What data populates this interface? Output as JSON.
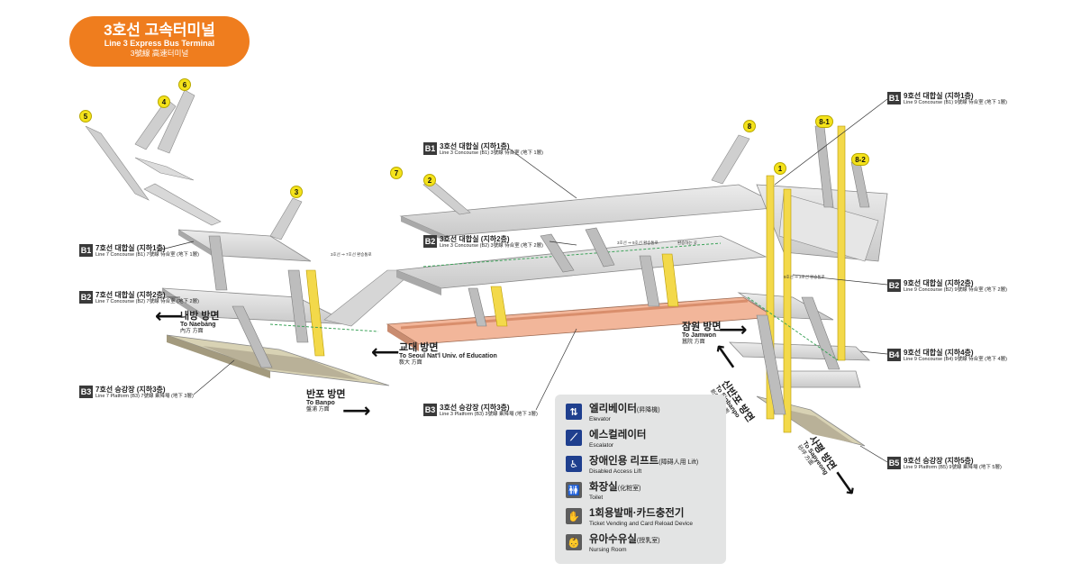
{
  "title": {
    "korean": "3호선 고속터미널",
    "english": "Line 3 Express Bus Terminal",
    "hanja": "3號線  高速터미널"
  },
  "levels": [
    {
      "id": "l7b1",
      "badge": "B1",
      "korean": "7호선 대합실 (지하1층)",
      "english": "Line 7 Concourse (B1) 7號線 待合室 (地下 1層)"
    },
    {
      "id": "l7b2",
      "badge": "B2",
      "korean": "7호선 대합실 (지하2층)",
      "english": "Line 7 Concourse (B2) 7號線 待合室 (地下 2層)"
    },
    {
      "id": "l7b3",
      "badge": "B3",
      "korean": "7호선 승강장 (지하3층)",
      "english": "Line 7 Platform (B3) 7號線 乘降場 (地下 3層)"
    },
    {
      "id": "l3b1",
      "badge": "B1",
      "korean": "3호선 대합실 (지하1층)",
      "english": "Line 3 Concourse (B1) 3號線 待合室 (地下 1層)"
    },
    {
      "id": "l3b2",
      "badge": "B2",
      "korean": "3호선 대합실 (지하2층)",
      "english": "Line 3 Concourse (B2) 3號線 待合室 (地下 2層)"
    },
    {
      "id": "l3b3",
      "badge": "B3",
      "korean": "3호선 승강장 (지하3층)",
      "english": "Line 3 Platform (B3) 3號線 乘降場 (地下 3層)"
    },
    {
      "id": "l9b1",
      "badge": "B1",
      "korean": "9호선 대합실 (지하1층)",
      "english": "Line 9 Concourse (B1) 9號線 待合室 (地下 1層)"
    },
    {
      "id": "l9b2",
      "badge": "B2",
      "korean": "9호선 대합실 (지하2층)",
      "english": "Line 9 Concourse (B2) 9號線 待合室 (地下 2層)"
    },
    {
      "id": "l9b4",
      "badge": "B4",
      "korean": "9호선 대합실 (지하4층)",
      "english": "Line 9 Concourse (B4) 9號線 待合室 (地下 4層)"
    },
    {
      "id": "l9b5",
      "badge": "B5",
      "korean": "9호선 승강장 (지하5층)",
      "english": "Line 9 Platform (B5) 9號線 乘降場 (地下 5層)"
    }
  ],
  "directions": [
    {
      "id": "naebang",
      "korean": "내방 방면",
      "english": "To Naebang",
      "hanja": "內方 方面"
    },
    {
      "id": "banpo",
      "korean": "반포 방면",
      "english": "To Banpo",
      "hanja": "盤浦 方面"
    },
    {
      "id": "gyodae",
      "korean": "교대 방면",
      "english": "To Seoul Nat'l Univ. of Education",
      "hanja": "敎大 方面"
    },
    {
      "id": "jamwon",
      "korean": "잠원 방면",
      "english": "To Jamwon",
      "hanja": "蠶院 方面"
    },
    {
      "id": "sinbanpo",
      "korean": "신반포 방면",
      "english": "To Sinbanpo",
      "hanja": "新盤浦 方面"
    },
    {
      "id": "sapyeong",
      "korean": "사평 방면",
      "english": "To Sapyeong",
      "hanja": "砂坪 方面"
    }
  ],
  "exits": [
    "1",
    "2",
    "3",
    "4",
    "5",
    "6",
    "7",
    "8",
    "8-1",
    "8-2"
  ],
  "legend": [
    {
      "icon": "elevator-icon",
      "glyph": "⇅",
      "korean": "엘리베이터",
      "hanja": "(昇降機)",
      "english": "Elevator"
    },
    {
      "icon": "escalator-icon",
      "glyph": "⟋",
      "korean": "에스컬레이터",
      "hanja": "",
      "english": "Escalator"
    },
    {
      "icon": "accessible-lift-icon",
      "glyph": "♿",
      "korean": "장애인용 리프트",
      "hanja": "(障碍人用 Lift)",
      "english": "Disabled Access Lift"
    },
    {
      "icon": "toilet-icon",
      "glyph": "🚻",
      "korean": "화장실",
      "hanja": "(化粧室)",
      "english": "Toilet"
    },
    {
      "icon": "ticket-machine-icon",
      "glyph": "✋",
      "korean": "1회용발매·카드충전기",
      "hanja": "",
      "english": "Ticket Vending and Card Reload Device"
    },
    {
      "icon": "nursing-room-icon",
      "glyph": "👶",
      "korean": "유아수유실",
      "hanja": "(授乳室)",
      "english": "Nursing Room"
    }
  ],
  "notes": {
    "line3_transfer_left": "3호선 ⇒ 7호선 환승통로",
    "transfer_center": "3호선 ⇒ 9호선 환승통로",
    "transfer_arrow": "환승하는 곳",
    "line9_transfer": "9호선 ⇒ 3호선 환승통로"
  },
  "colors": {
    "title_bg": "#ef7d1e",
    "badge_bg": "#3a3a3a",
    "exit_yellow": "#f4e21a",
    "platform_line3": "#f2b69a",
    "platform_line7": "#d8d2b4",
    "legend_bg": "#e3e4e4",
    "icon_blue": "#1f3f8e"
  }
}
